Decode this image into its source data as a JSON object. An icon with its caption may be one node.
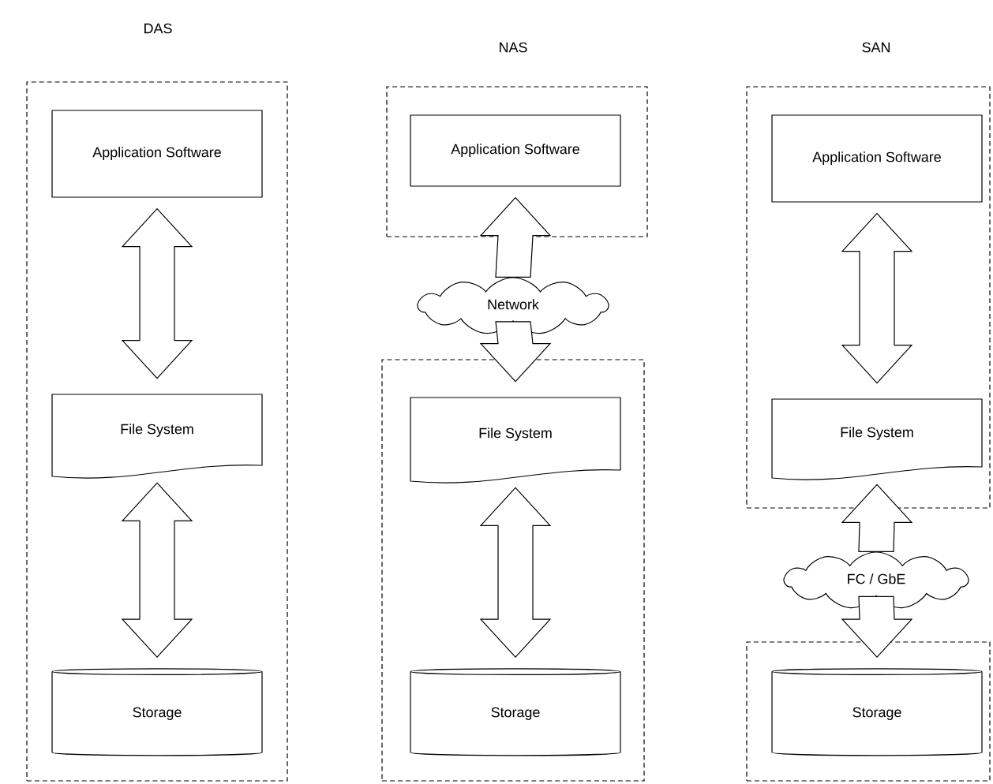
{
  "diagram": {
    "nodes": [
      {
        "text": [],
        "shape": "box"
      },
      {
        "text": [
          "Application Software"
        ],
        "in": 0
      },
      {
        "text": [
          "File System"
        ],
        "in": 0
      },
      {
        "text": [
          "Storage"
        ],
        "in": 0
      },
      {
        "text": [],
        "shape": "box"
      },
      {
        "text": [
          "Application Software"
        ],
        "in": 4
      },
      {
        "text": [
          "Network"
        ]
      },
      {
        "text": [],
        "shape": "box"
      },
      {
        "text": [
          "File System"
        ],
        "in": 7
      },
      {
        "text": [
          "Storage"
        ],
        "in": 7
      },
      {
        "text": [],
        "shape": "box"
      },
      {
        "text": [
          "Application Software"
        ],
        "in": 10
      },
      {
        "text": [
          "File System"
        ],
        "in": 10
      },
      {
        "text": [
          "FC / GbE"
        ]
      },
      {
        "text": [],
        "shape": "box"
      },
      {
        "text": [
          "Storage"
        ],
        "in": 14
      }
    ],
    "edges": [
      {
        "from": 1,
        "to": 2,
        "arrow": "both"
      },
      {
        "from": 2,
        "to": 3,
        "arrow": "both"
      },
      {
        "from": 6,
        "to": 5,
        "arrow": "to"
      },
      {
        "from": 6,
        "to": 8,
        "arrow": "to"
      },
      {
        "from": 8,
        "to": 9,
        "arrow": "both"
      },
      {
        "from": 11,
        "to": 12,
        "arrow": "both"
      },
      {
        "from": 13,
        "to": 12,
        "arrow": "to"
      },
      {
        "from": 13,
        "to": 15,
        "arrow": "to"
      }
    ],
    "labels": [
      "DAS",
      "NAS",
      "SAN"
    ]
  }
}
